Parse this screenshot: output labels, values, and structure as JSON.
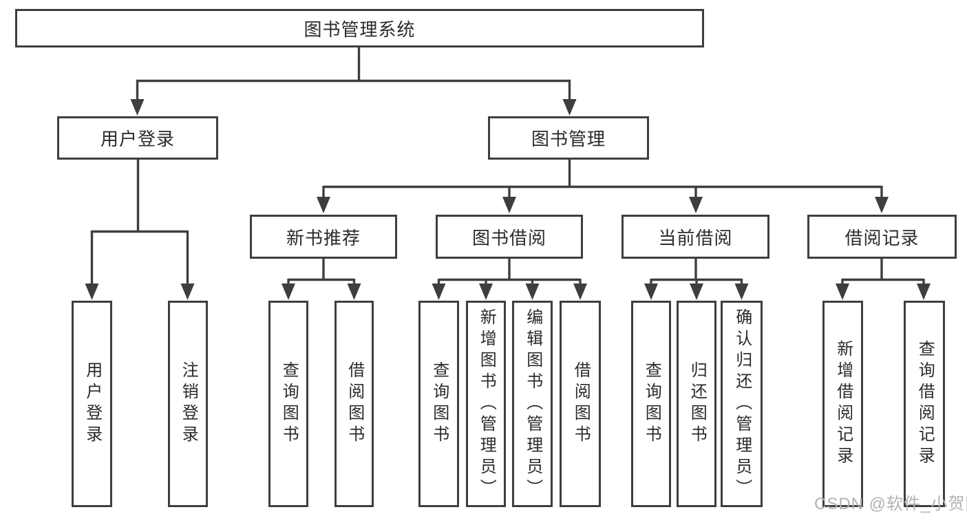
{
  "diagram_type": "hierarchy-tree",
  "nodes": {
    "root": "图书管理系统",
    "level2": [
      "用户登录",
      "图书管理"
    ],
    "level3": [
      "新书推荐",
      "图书借阅",
      "当前借阅",
      "借阅记录"
    ],
    "leaves_login": [
      "用户登录",
      "注销登录"
    ],
    "leaves_new_books": [
      "查询图书",
      "借阅图书"
    ],
    "leaves_book_borrow": [
      "查询图书",
      "新增图书（管理员）",
      "编辑图书（管理员）",
      "借阅图书"
    ],
    "leaves_current_borrow": [
      "查询图书",
      "归还图书",
      "确认归还（管理员）"
    ],
    "leaves_borrow_records": [
      "新增借阅记录",
      "查询借阅记录"
    ]
  },
  "hierarchy": {
    "图书管理系统": {
      "用户登录": [
        "用户登录",
        "注销登录"
      ],
      "图书管理": {
        "新书推荐": [
          "查询图书",
          "借阅图书"
        ],
        "图书借阅": [
          "查询图书",
          "新增图书（管理员）",
          "编辑图书（管理员）",
          "借阅图书"
        ],
        "当前借阅": [
          "查询图书",
          "归还图书",
          "确认归还（管理员）"
        ],
        "借阅记录": [
          "新增借阅记录",
          "查询借阅记录"
        ]
      }
    }
  },
  "watermark": "CSDN @软件_小贺同学",
  "colors": {
    "line": "#3e3e3e",
    "text": "#2b2b2b",
    "box_background": "#ffffff",
    "page_background": "#ffffff",
    "watermark": "#b2b2b2"
  }
}
